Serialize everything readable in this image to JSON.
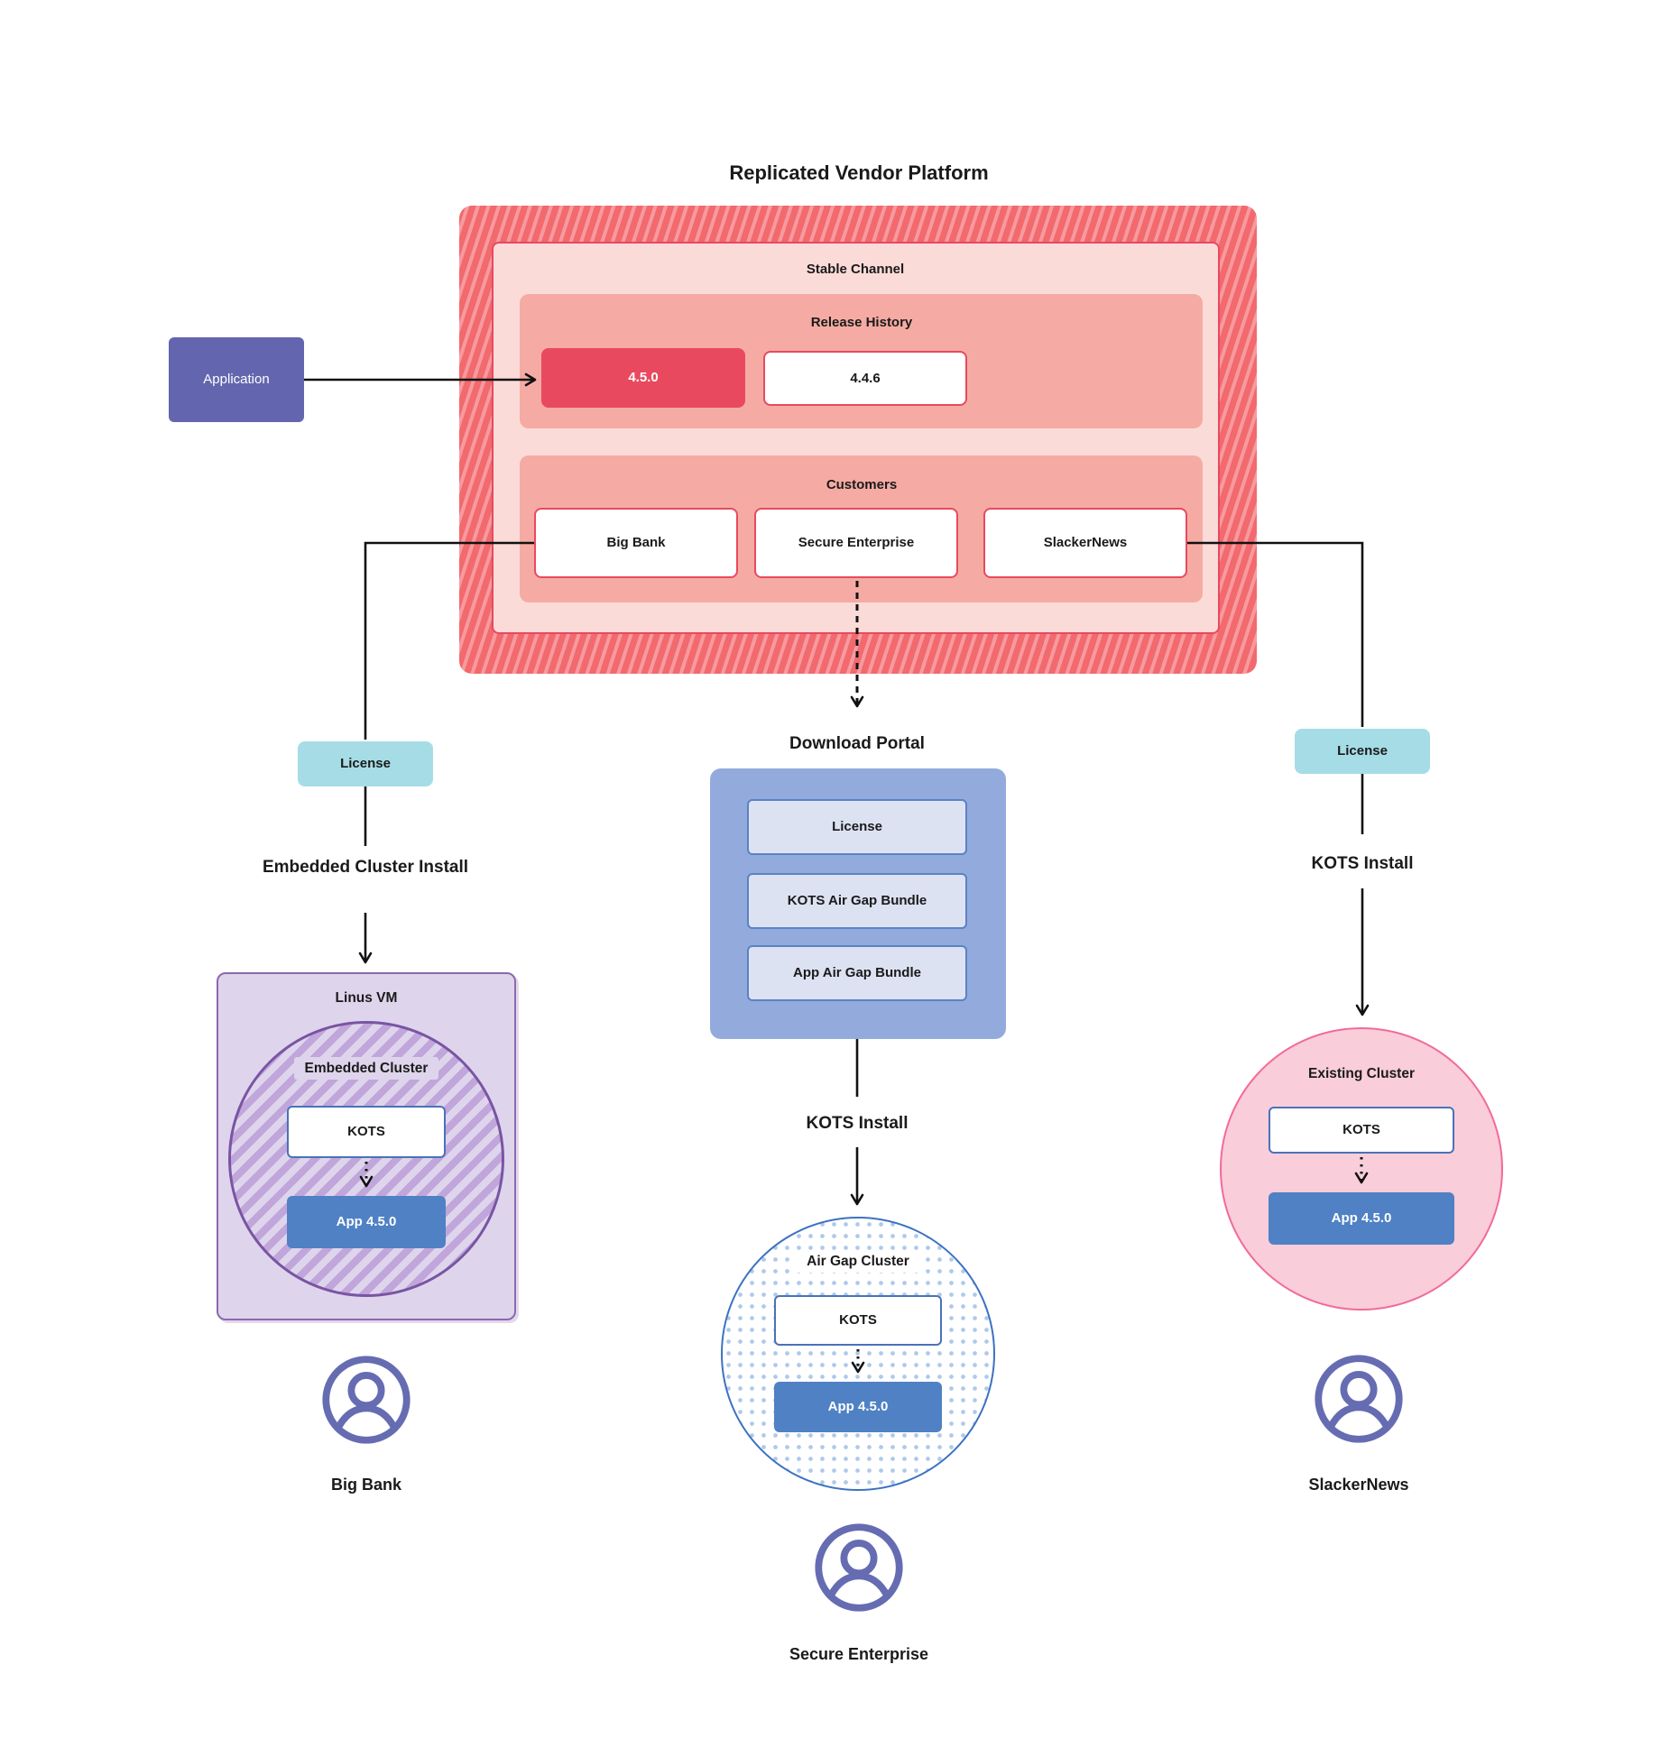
{
  "title": "Replicated Vendor Platform",
  "platform": {
    "stable_channel_label": "Stable Channel",
    "release_history_label": "Release History",
    "releases": [
      "4.5.0",
      "4.4.6"
    ],
    "customers_label": "Customers",
    "customers": [
      "Big Bank",
      "Secure Enterprise",
      "SlackerNews"
    ]
  },
  "application_label": "Application",
  "left": {
    "license_label": "License",
    "install_label": "Embedded Cluster Install",
    "vm_title": "Linus VM",
    "cluster_title": "Embedded Cluster",
    "kots_label": "KOTS",
    "app_label": "App 4.5.0",
    "user_label": "Big Bank"
  },
  "center": {
    "portal_title": "Download Portal",
    "portal_items": [
      "License",
      "KOTS Air Gap Bundle",
      "App Air Gap Bundle"
    ],
    "install_label": "KOTS Install",
    "cluster_title": "Air Gap Cluster",
    "kots_label": "KOTS",
    "app_label": "App 4.5.0",
    "user_label": "Secure Enterprise"
  },
  "right": {
    "license_label": "License",
    "install_label": "KOTS Install",
    "cluster_title": "Existing Cluster",
    "kots_label": "KOTS",
    "app_label": "App 4.5.0",
    "user_label": "SlackerNews"
  },
  "colors": {
    "hatch_red": "#f2696e",
    "hatch_red_light": "#f79a9e",
    "channel_pink": "#fbdbd8",
    "salmon": "#f5aba3",
    "crimson": "#e9495e",
    "red_border": "#e8495f",
    "indigo": "#6366ae",
    "teal": "#a6dce6",
    "portal_blue": "#92abdc",
    "portal_item_fill": "#dde2f3",
    "app_blue": "#4f81c4",
    "purple_fill": "#ded5ec",
    "purple_border": "#8c68ae",
    "pink_fill": "#f9cdd9",
    "pink_border": "#f26a9a",
    "icon_indigo": "#666cb2"
  }
}
